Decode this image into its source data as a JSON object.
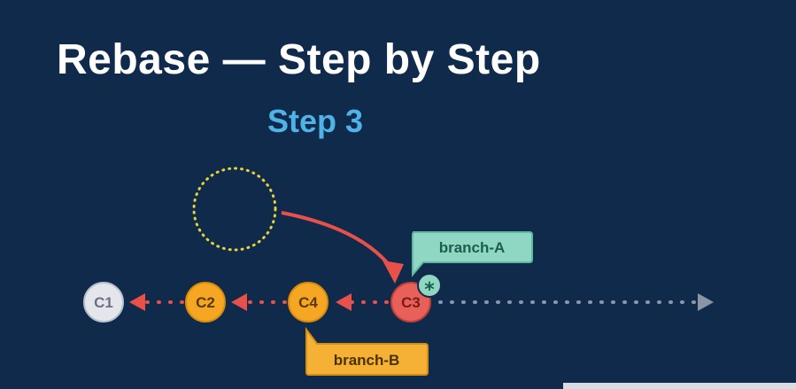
{
  "slide": {
    "title": "Rebase — Step by Step",
    "subtitle": "Step 3"
  },
  "colors": {
    "background": "#0f2a4a",
    "title": "#ffffff",
    "subtitle": "#4fb3e8",
    "commit_gray": "#e4e6ec",
    "commit_orange": "#f5a623",
    "commit_red": "#e8605a",
    "branch_a": "#8fd6c3",
    "branch_b": "#f5b135",
    "arrow_red": "#e8504a",
    "dots_gray": "#8a96a6",
    "dotted_circle": "#e8d23a"
  },
  "commits": [
    {
      "id": "c1",
      "label": "C1",
      "color": "gray"
    },
    {
      "id": "c2",
      "label": "C2",
      "color": "orange"
    },
    {
      "id": "c4",
      "label": "C4",
      "color": "orange"
    },
    {
      "id": "c3",
      "label": "C3",
      "color": "red",
      "marker": "*"
    }
  ],
  "branches": [
    {
      "id": "branch-a",
      "label": "branch-A",
      "points_to": "C3"
    },
    {
      "id": "branch-b",
      "label": "branch-B",
      "points_to": "C4"
    }
  ]
}
